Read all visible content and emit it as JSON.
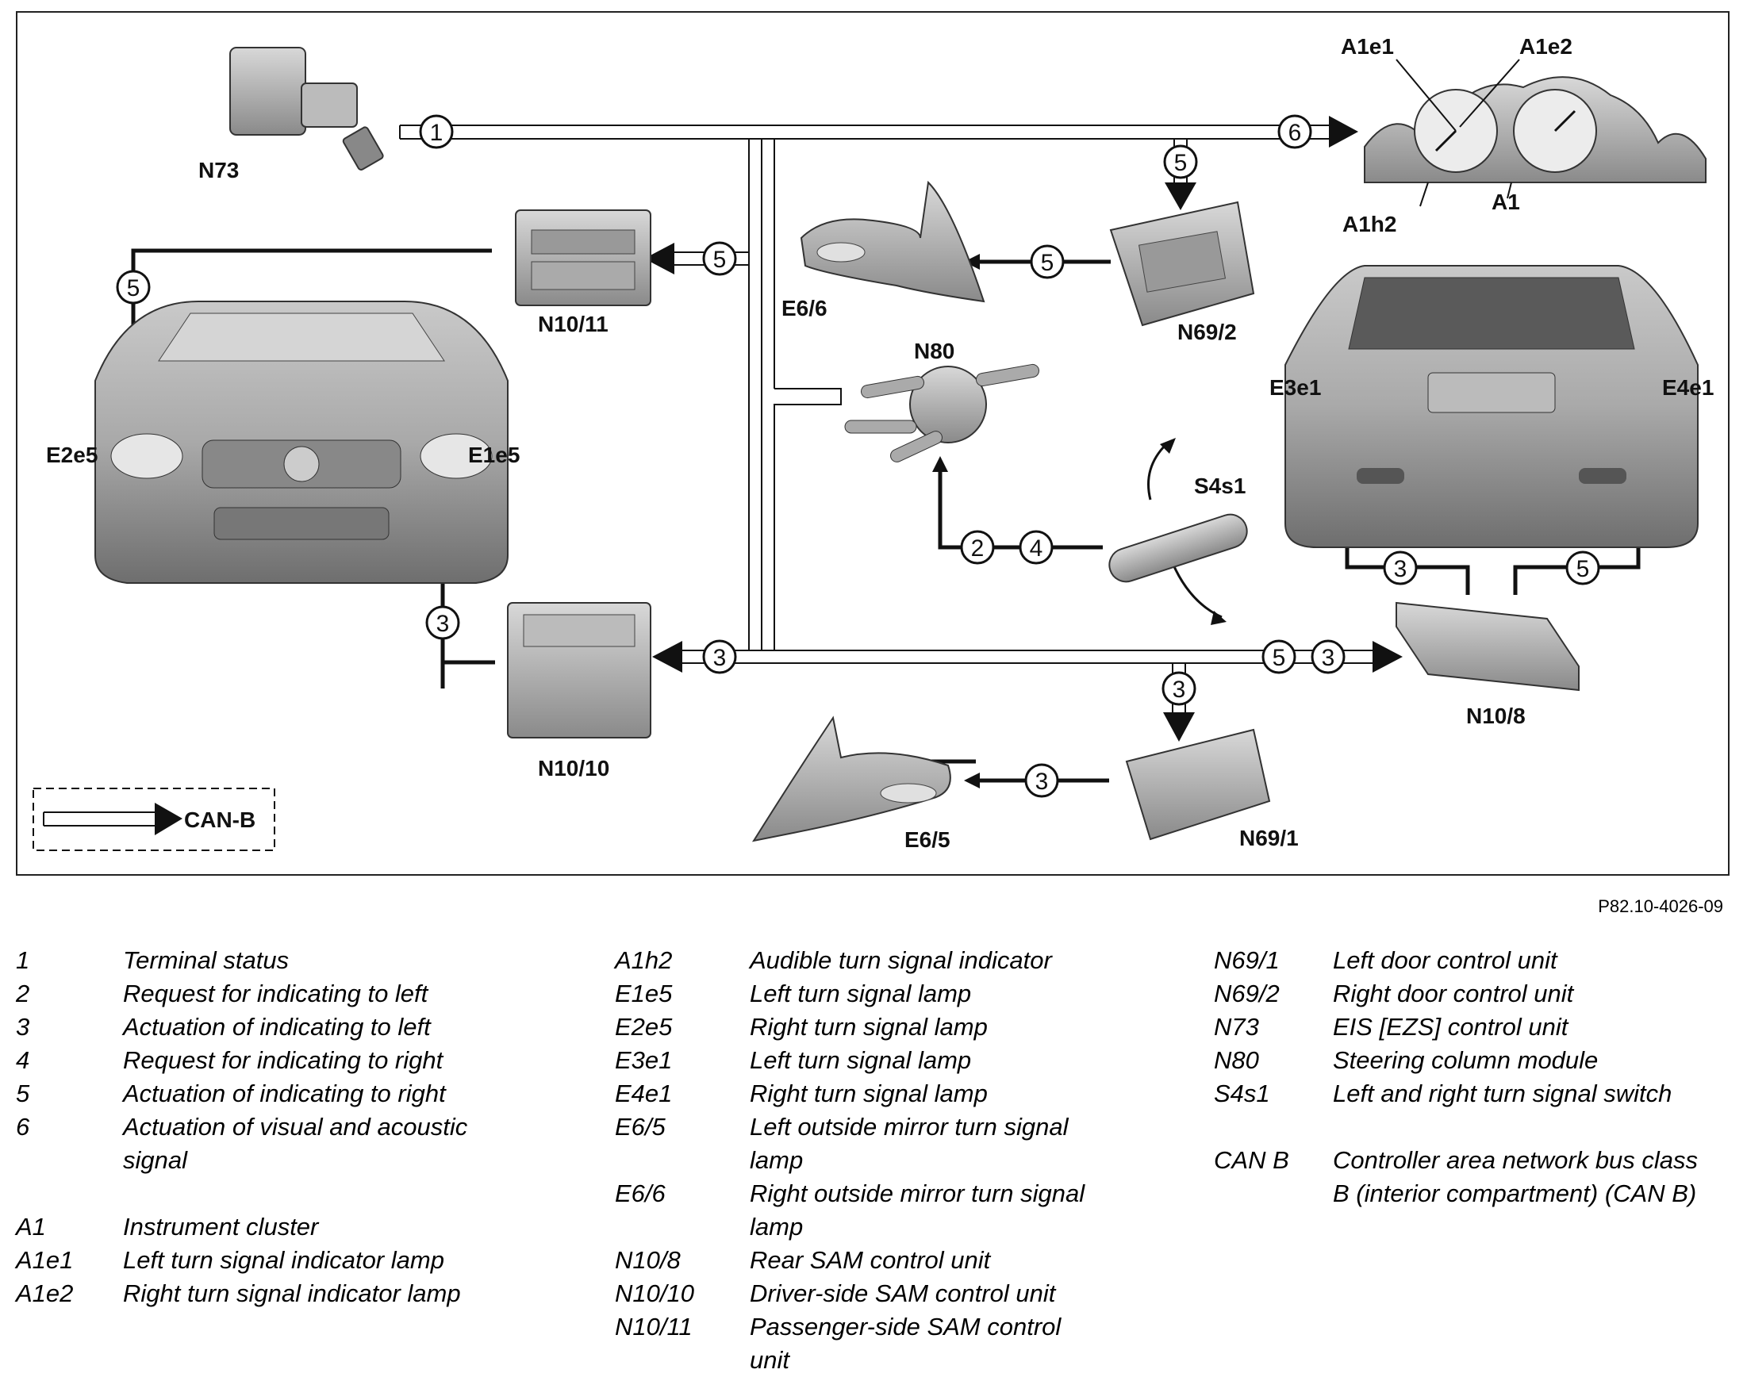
{
  "labels": {
    "N73": "N73",
    "N10_11": "N10/11",
    "N10_10": "N10/10",
    "N10_8": "N10/8",
    "N69_1": "N69/1",
    "N69_2": "N69/2",
    "N80": "N80",
    "S4s1": "S4s1",
    "E6_5": "E6/5",
    "E6_6": "E6/6",
    "E1e5": "E1e5",
    "E2e5": "E2e5",
    "E3e1": "E3e1",
    "E4e1": "E4e1",
    "A1": "A1",
    "A1e1": "A1e1",
    "A1e2": "A1e2",
    "A1h2": "A1h2",
    "CANB": "CAN-B"
  },
  "numbers": [
    "1",
    "2",
    "3",
    "4",
    "5",
    "6"
  ],
  "figure_ref": "P82.10-4026-09",
  "legend": {
    "col1": [
      {
        "k": "1",
        "v": "Terminal status"
      },
      {
        "k": "2",
        "v": "Request for indicating to left"
      },
      {
        "k": "3",
        "v": "Actuation of indicating to left"
      },
      {
        "k": "4",
        "v": "Request for indicating to right"
      },
      {
        "k": "5",
        "v": "Actuation of indicating to right"
      },
      {
        "k": "6",
        "v": "Actuation of visual and acoustic\nsignal"
      },
      {
        "k": "",
        "v": ""
      },
      {
        "k": "A1",
        "v": "Instrument cluster"
      },
      {
        "k": "A1e1",
        "v": "Left turn signal indicator lamp"
      },
      {
        "k": "A1e2",
        "v": "Right turn signal indicator lamp"
      }
    ],
    "col2": [
      {
        "k": "A1h2",
        "v": "Audible turn signal indicator"
      },
      {
        "k": "E1e5",
        "v": "Left turn signal lamp"
      },
      {
        "k": "E2e5",
        "v": "Right turn signal lamp"
      },
      {
        "k": "E3e1",
        "v": "Left turn signal lamp"
      },
      {
        "k": "E4e1",
        "v": "Right turn signal lamp"
      },
      {
        "k": "E6/5",
        "v": "Left outside mirror turn signal\nlamp"
      },
      {
        "k": "E6/6",
        "v": "Right outside mirror turn signal\nlamp"
      },
      {
        "k": "N10/8",
        "v": "Rear SAM control unit"
      },
      {
        "k": "N10/10",
        "v": "Driver-side SAM control unit"
      },
      {
        "k": "N10/11",
        "v": "Passenger-side SAM control\nunit"
      }
    ],
    "col3": [
      {
        "k": "N69/1",
        "v": "Left door control unit"
      },
      {
        "k": "N69/2",
        "v": "Right door control unit"
      },
      {
        "k": "N73",
        "v": "EIS [EZS] control unit"
      },
      {
        "k": "N80",
        "v": "Steering column module"
      },
      {
        "k": "S4s1",
        "v": "Left and right turn signal switch"
      },
      {
        "k": "",
        "v": ""
      },
      {
        "k": "CAN B",
        "v": "Controller area network bus class\nB (interior compartment) (CAN B)"
      }
    ]
  }
}
